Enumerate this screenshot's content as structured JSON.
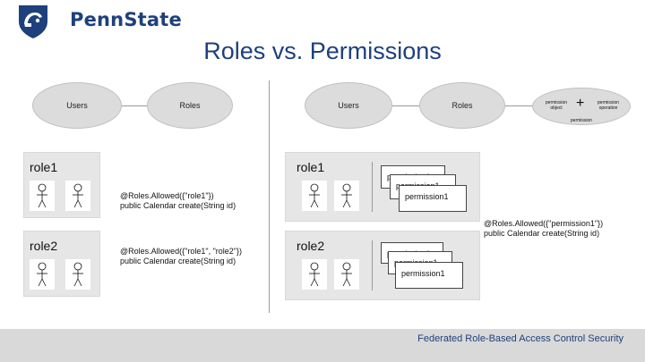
{
  "header": {
    "logo_text": "PennState",
    "title": "Roles vs. Permissions"
  },
  "left_diagram": {
    "users": "Users",
    "roles": "Roles"
  },
  "right_diagram": {
    "users": "Users",
    "roles": "Roles",
    "permission_object": "permission object",
    "plus": "+",
    "permission_operation": "permission operation",
    "permission_label": "permission"
  },
  "left_side": {
    "role1_label": "role1",
    "role2_label": "role2",
    "annotation1_line1": "@Roles.Allowed({\"role1\"})",
    "annotation1_line2": "public Calendar create(String id)",
    "annotation2_line1": "@Roles.Allowed({\"role1\", \"role2\"})",
    "annotation2_line2": "public Calendar create(String id)"
  },
  "right_side": {
    "role1_label": "role1",
    "role2_label": "role2",
    "cards_top": [
      "permission1",
      "permission1",
      "permission1"
    ],
    "cards_bottom": [
      "permission1",
      "permission1",
      "permission1"
    ],
    "annotation_line1": "@Roles.Allowed({\"permission1\"})",
    "annotation_line2": "public Calendar create(String id)"
  },
  "footer": {
    "text": "Federated Role-Based Access Control Security"
  },
  "colors": {
    "brand": "#1e407c",
    "panel": "#e6e6e6",
    "ellipse": "#dcdcdc"
  }
}
